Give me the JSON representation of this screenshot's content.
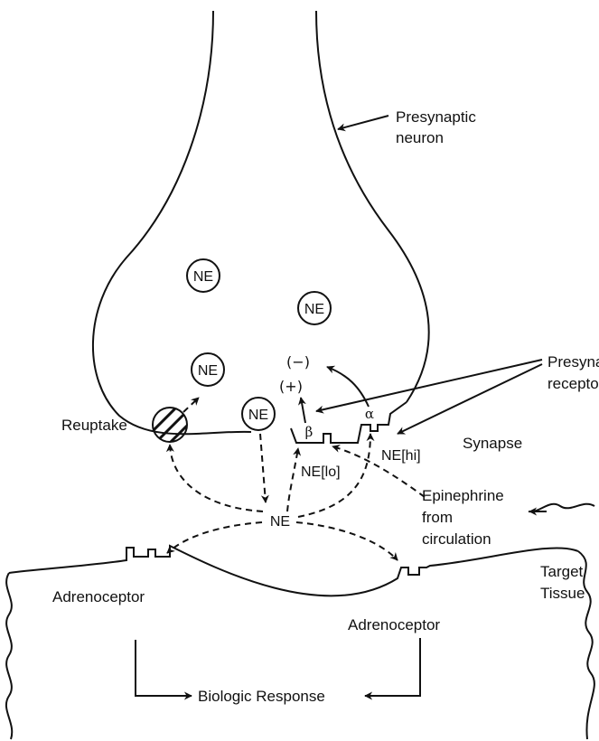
{
  "labels": {
    "presynaptic_neuron_1": "Presynaptic",
    "presynaptic_neuron_2": "neuron",
    "presynaptic_receptors_1": "Presynapic",
    "presynaptic_receptors_2": "receptors",
    "reuptake": "Reuptake",
    "synapse": "Synapse",
    "epinephrine_1": "Epinephrine",
    "epinephrine_2": "from",
    "epinephrine_3": "circulation",
    "target_tissue_1": "Target",
    "target_tissue_2": "Tissue",
    "adrenoceptor_left": "Adrenoceptor",
    "adrenoceptor_right": "Adrenoceptor",
    "biologic_response": "Biologic Response",
    "ne_hi": "NE[hi]",
    "ne_lo": "NE[lo]",
    "ne_center": "NE",
    "minus": "(−)",
    "plus": "(+)",
    "beta": "β",
    "alpha": "α"
  },
  "vesicles": [
    "NE",
    "NE",
    "NE",
    "NE"
  ]
}
